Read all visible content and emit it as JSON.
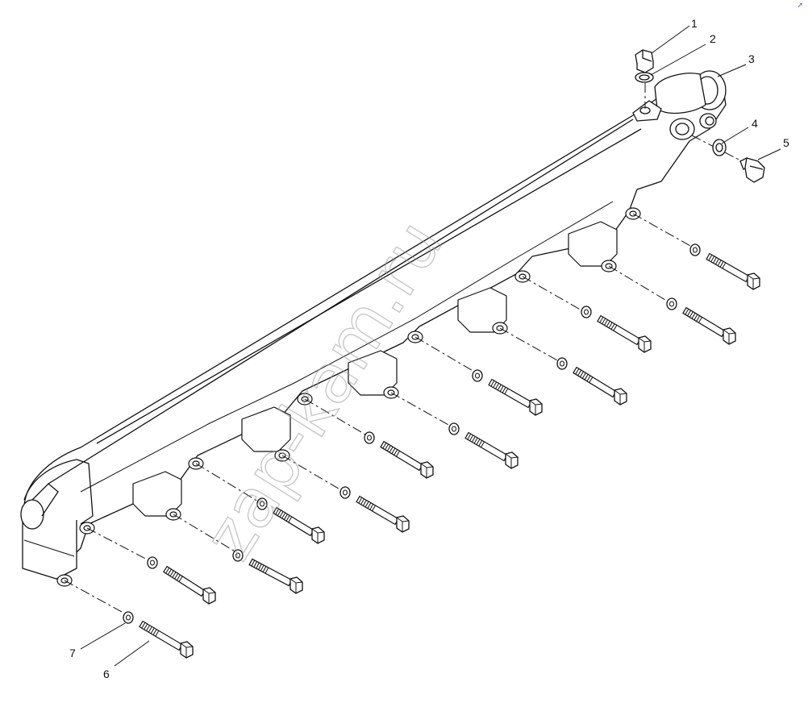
{
  "diagram": {
    "watermark_text": "zap-kam.ru",
    "corner_mark": "↗",
    "callouts": [
      "1",
      "2",
      "3",
      "4",
      "5",
      "6",
      "7"
    ],
    "colors": {
      "line": "#111111",
      "watermark": "#9a9a9a",
      "background": "#ffffff"
    }
  }
}
